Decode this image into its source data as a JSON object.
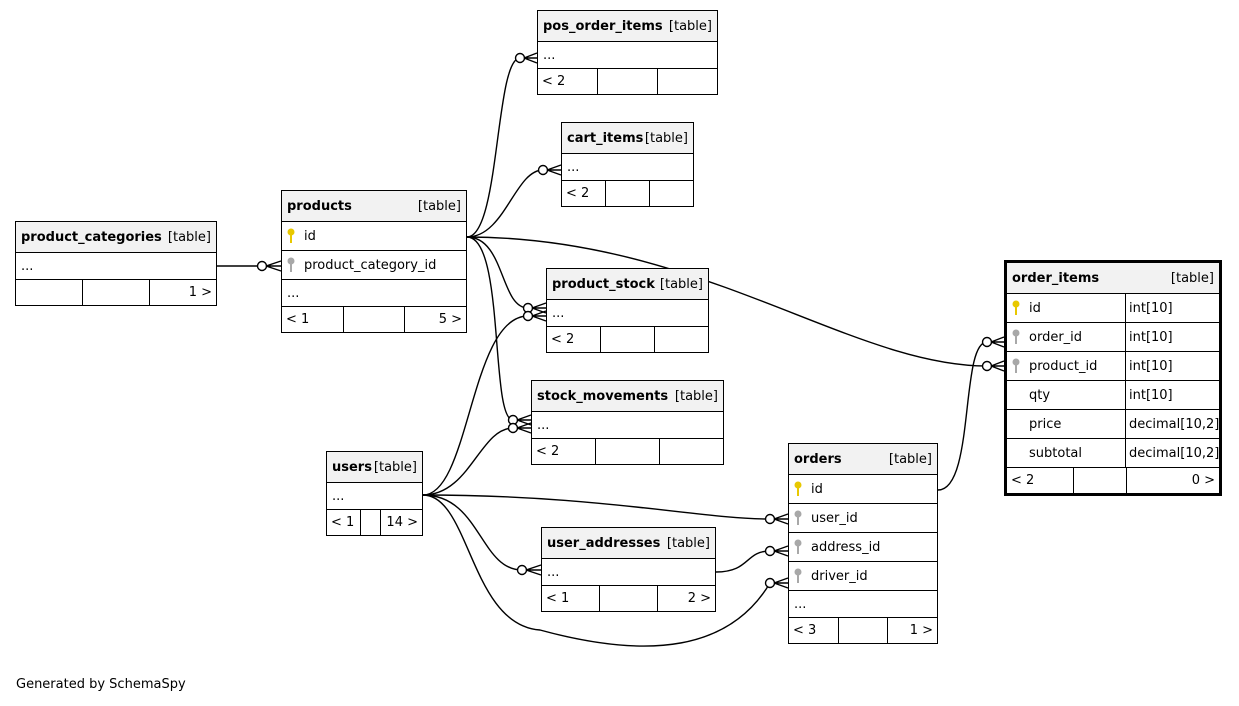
{
  "footer_text": "Generated by SchemaSpy",
  "tables": {
    "pos_order_items": {
      "name": "pos_order_items",
      "type": "[table]",
      "ellipsis": "...",
      "foot": [
        "< 2",
        "",
        ""
      ]
    },
    "cart_items": {
      "name": "cart_items",
      "type": "[table]",
      "ellipsis": "...",
      "foot": [
        "< 2",
        "",
        ""
      ]
    },
    "product_categories": {
      "name": "product_categories",
      "type": "[table]",
      "ellipsis": "...",
      "foot": [
        "",
        "",
        "1 >"
      ]
    },
    "products": {
      "name": "products",
      "type": "[table]",
      "columns": [
        {
          "name": "id",
          "key": "primary"
        },
        {
          "name": "product_category_id",
          "key": "foreign"
        }
      ],
      "ellipsis": "...",
      "foot": [
        "< 1",
        "",
        "5 >"
      ]
    },
    "product_stock": {
      "name": "product_stock",
      "type": "[table]",
      "ellipsis": "...",
      "foot": [
        "< 2",
        "",
        ""
      ]
    },
    "stock_movements": {
      "name": "stock_movements",
      "type": "[table]",
      "ellipsis": "...",
      "foot": [
        "< 2",
        "",
        ""
      ]
    },
    "users": {
      "name": "users",
      "type": "[table]",
      "ellipsis": "...",
      "foot": [
        "< 1",
        "",
        "14 >"
      ]
    },
    "user_addresses": {
      "name": "user_addresses",
      "type": "[table]",
      "ellipsis": "...",
      "foot": [
        "< 1",
        "",
        "2 >"
      ]
    },
    "orders": {
      "name": "orders",
      "type": "[table]",
      "columns": [
        {
          "name": "id",
          "key": "primary"
        },
        {
          "name": "user_id",
          "key": "foreign"
        },
        {
          "name": "address_id",
          "key": "foreign"
        },
        {
          "name": "driver_id",
          "key": "foreign"
        }
      ],
      "ellipsis": "...",
      "foot": [
        "< 3",
        "",
        "1 >"
      ]
    },
    "order_items": {
      "name": "order_items",
      "type": "[table]",
      "columns": [
        {
          "name": "id",
          "key": "primary",
          "datatype": "int[10]"
        },
        {
          "name": "order_id",
          "key": "foreign",
          "datatype": "int[10]"
        },
        {
          "name": "product_id",
          "key": "foreign",
          "datatype": "int[10]"
        },
        {
          "name": "qty",
          "key": "",
          "datatype": "int[10]"
        },
        {
          "name": "price",
          "key": "",
          "datatype": "decimal[10,2]"
        },
        {
          "name": "subtotal",
          "key": "",
          "datatype": "decimal[10,2]"
        }
      ],
      "foot": [
        "< 2",
        "",
        "0 >"
      ]
    }
  },
  "colors": {
    "primary_key": "#e8c800",
    "foreign_key": "#a8a8a8",
    "header_bg": "#f2f2f2"
  }
}
